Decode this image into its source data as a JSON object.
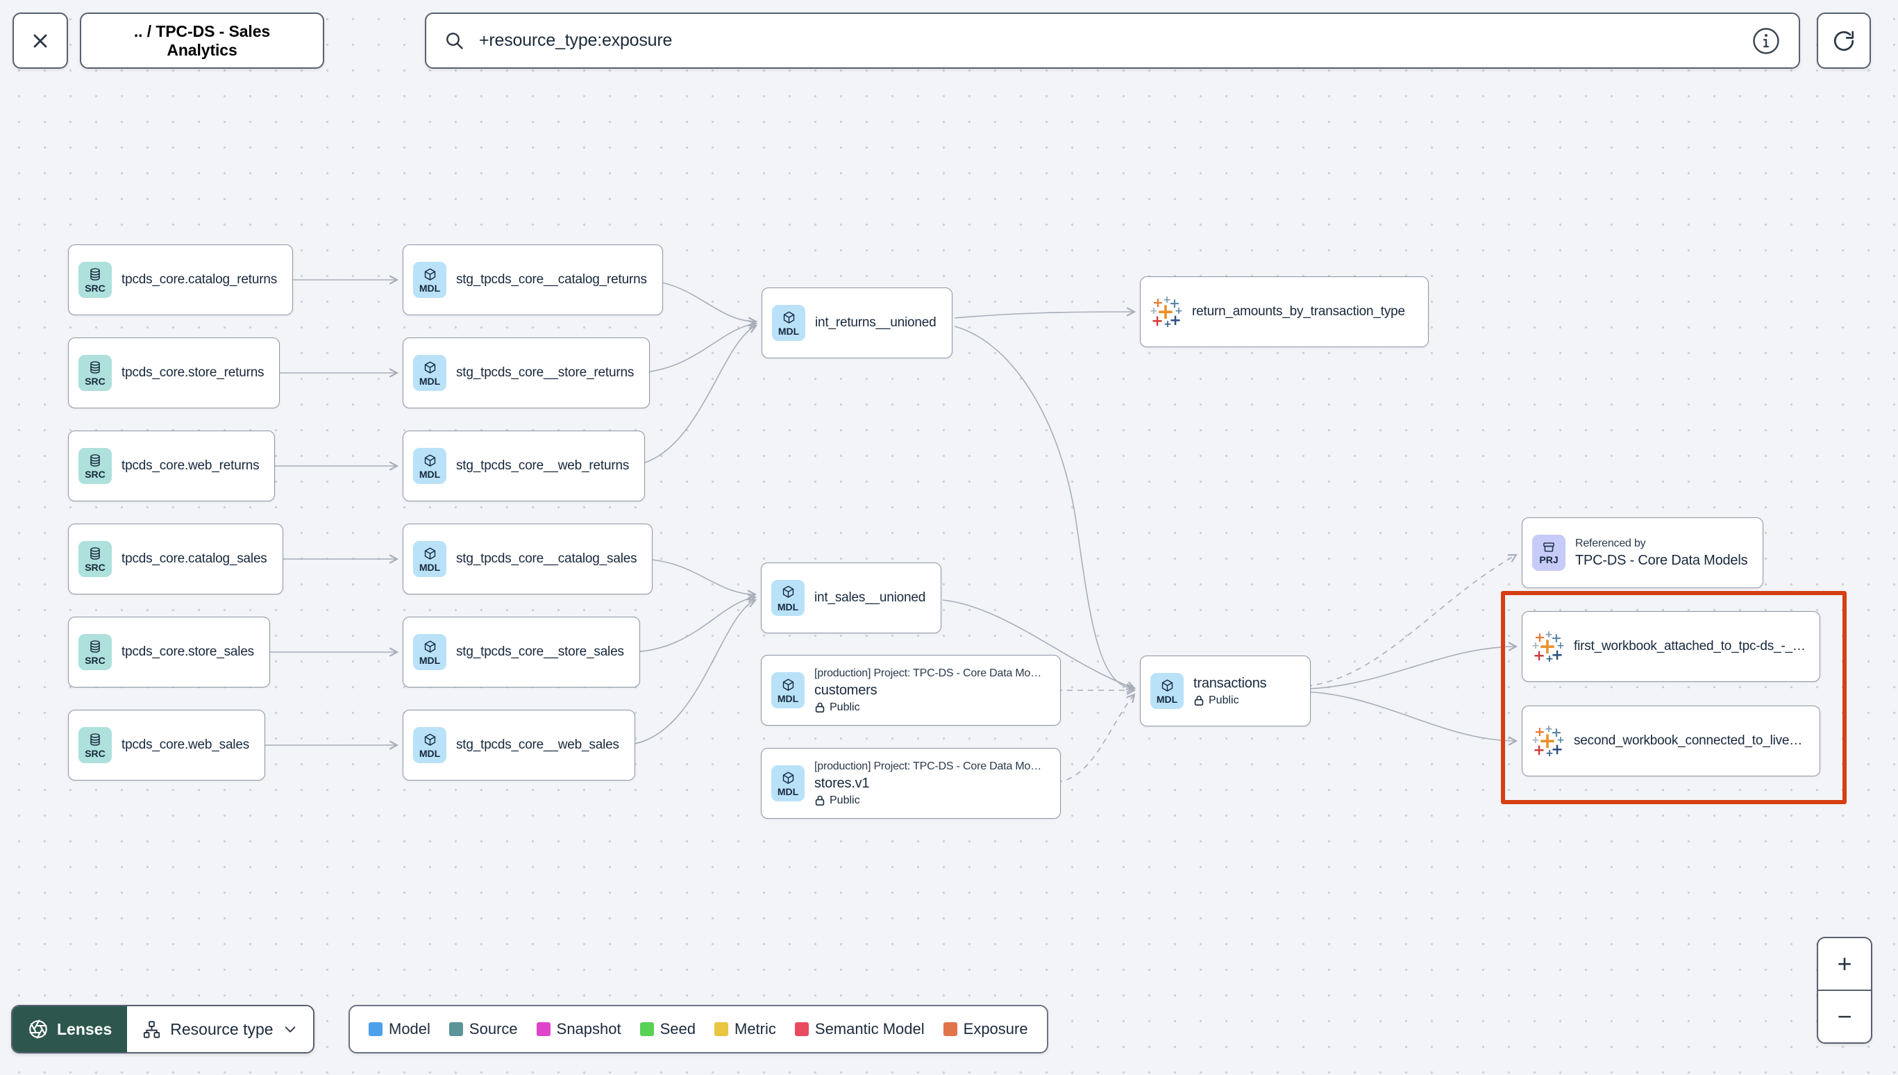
{
  "header": {
    "breadcrumb": ".. / TPC-DS - Sales Analytics",
    "search": {
      "value": "+resource_type:exposure"
    }
  },
  "graph": {
    "badge_labels": {
      "source": "SRC",
      "model": "MDL",
      "project": "PRJ"
    },
    "sources": [
      {
        "label": "tpcds_core.catalog_returns"
      },
      {
        "label": "tpcds_core.store_returns"
      },
      {
        "label": "tpcds_core.web_returns"
      },
      {
        "label": "tpcds_core.catalog_sales"
      },
      {
        "label": "tpcds_core.store_sales"
      },
      {
        "label": "tpcds_core.web_sales"
      }
    ],
    "staging_models": [
      {
        "label": "stg_tpcds_core__catalog_returns"
      },
      {
        "label": "stg_tpcds_core__store_returns"
      },
      {
        "label": "stg_tpcds_core__web_returns"
      },
      {
        "label": "stg_tpcds_core__catalog_sales"
      },
      {
        "label": "stg_tpcds_core__store_sales"
      },
      {
        "label": "stg_tpcds_core__web_sales"
      }
    ],
    "intermediate_models": [
      {
        "label": "int_returns__unioned"
      },
      {
        "label": "int_sales__unioned"
      }
    ],
    "public_models": [
      {
        "project": "[production] Project: TPC-DS - Core Data Mo…",
        "name": "customers",
        "visibility": "Public"
      },
      {
        "project": "[production] Project: TPC-DS - Core Data Mo…",
        "name": "stores.v1",
        "visibility": "Public"
      }
    ],
    "transactions_model": {
      "name": "transactions",
      "visibility": "Public"
    },
    "exposures": [
      {
        "label": "return_amounts_by_transaction_type"
      },
      {
        "label": "first_workbook_attached_to_tpc-ds_-_…"
      },
      {
        "label": "second_workbook_connected_to_live…"
      }
    ],
    "referenced_by": {
      "caption": "Referenced by",
      "name": "TPC-DS - Core Data Models"
    },
    "highlight_color": "#d63e14"
  },
  "footer": {
    "lenses_label": "Lenses",
    "lens_button_label": "Resource type",
    "legend": [
      {
        "label": "Model",
        "color": "#4da0ec"
      },
      {
        "label": "Source",
        "color": "#5b9499"
      },
      {
        "label": "Snapshot",
        "color": "#df43cb"
      },
      {
        "label": "Seed",
        "color": "#58d154"
      },
      {
        "label": "Metric",
        "color": "#e9c63f"
      },
      {
        "label": "Semantic Model",
        "color": "#e94a60"
      },
      {
        "label": "Exposure",
        "color": "#e1744a"
      }
    ]
  },
  "zoom_controls": {
    "zoom_in": "+",
    "zoom_out": "−"
  }
}
